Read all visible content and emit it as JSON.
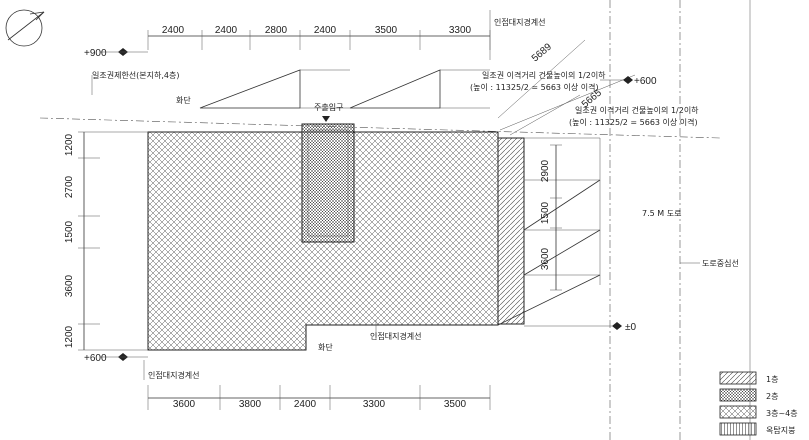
{
  "top_dims": [
    "2400",
    "2400",
    "2800",
    "2400",
    "3500",
    "3300"
  ],
  "bottom_dims": [
    "3600",
    "3800",
    "2400",
    "3300",
    "3500"
  ],
  "left_dims": [
    "1200",
    "2700",
    "1500",
    "3600",
    "1200"
  ],
  "right_dims": [
    "2900",
    "1500",
    "3600"
  ],
  "diag_dims": [
    "5689",
    "5665"
  ],
  "levels": {
    "top": "+900",
    "right_top": "+600",
    "zero": "±0",
    "bottom_left": "+600"
  },
  "labels": {
    "neighbor_top": "인접대지경계선",
    "neighbor_bottom_mid": "인접대지경계선",
    "neighbor_bottom_left": "인접대지경계선",
    "sunlight_line": "일조권제한선(본지하,4층)",
    "stair_top": "화단",
    "stair_bottom": "화단",
    "entrance": "주출입구",
    "note1_line1": "일조권 이격거리 건물높이의 1/2이하",
    "note1_line2": "(높이 : 11325/2 = 5663 이상 이격)",
    "note2_line1": "일조권 이격거리 건물높이의 1/2이하",
    "note2_line2": "(높이 : 11325/2 = 5663 이상 이격)",
    "road": "7.5 M 도로",
    "road_center": "도로중심선"
  },
  "legend": [
    {
      "label": "1층"
    },
    {
      "label": "2층"
    },
    {
      "label": "3층~4층"
    },
    {
      "label": "옥탑지붕"
    }
  ]
}
